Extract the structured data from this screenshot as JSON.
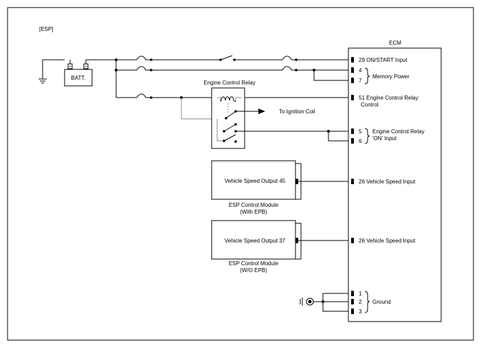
{
  "section_label": "[ESP]",
  "battery_label": "BATT.",
  "battery_plus_left": "+",
  "battery_plus_right": "+",
  "relay_label": "Engine Control Relay",
  "ignition_coil_label": "To Ignition Coil",
  "ecm": {
    "title": "ECM",
    "pins": {
      "on_start": "29 ON/START Input",
      "mem_4": "4",
      "mem_7": "7",
      "memory_power": "Memory Power",
      "relay_control_1": "51 Engine Control Relay",
      "relay_control_2": "Control",
      "on_5": "5",
      "on_6": "6",
      "relay_on_1": "Engine Control Relay",
      "relay_on_2": "'ON' Input",
      "vsi_1": "26 Vehicle Speed Input",
      "vsi_2": "26 Vehicle Speed Input",
      "gnd_1": "1",
      "gnd_2": "2",
      "gnd_3": "3",
      "ground": "Ground"
    }
  },
  "esp_with_epb": {
    "output_label": "Vehicle Speed Output 45",
    "module_line1": "ESP Control Module",
    "module_line2": "(With EPB)"
  },
  "esp_wo_epb": {
    "output_label": "Vehicle Speed Output 37",
    "module_line1": "ESP Control Module",
    "module_line2": "(W/O EPB)"
  }
}
